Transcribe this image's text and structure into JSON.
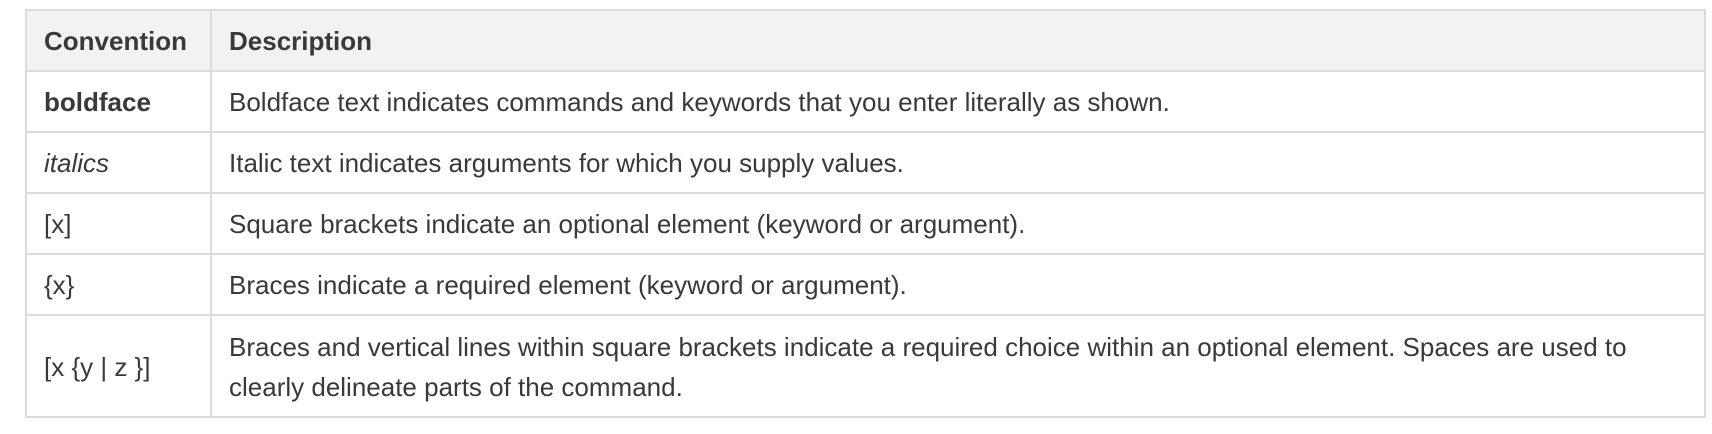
{
  "table": {
    "headers": {
      "convention": "Convention",
      "description": "Description"
    },
    "rows": [
      {
        "convention": "boldface",
        "description": "Boldface text indicates commands and keywords that you enter literally as shown."
      },
      {
        "convention": "italics",
        "description": "Italic text indicates arguments for which you supply values."
      },
      {
        "convention": "[x]",
        "description": "Square brackets indicate an optional element (keyword or argument)."
      },
      {
        "convention": "{x}",
        "description": "Braces indicate a required element (keyword or argument)."
      },
      {
        "convention": "[x {y | z }]",
        "description": "Braces and vertical lines within square brackets indicate a required choice within an optional element. Spaces are used to clearly delineate parts of the command."
      }
    ]
  }
}
